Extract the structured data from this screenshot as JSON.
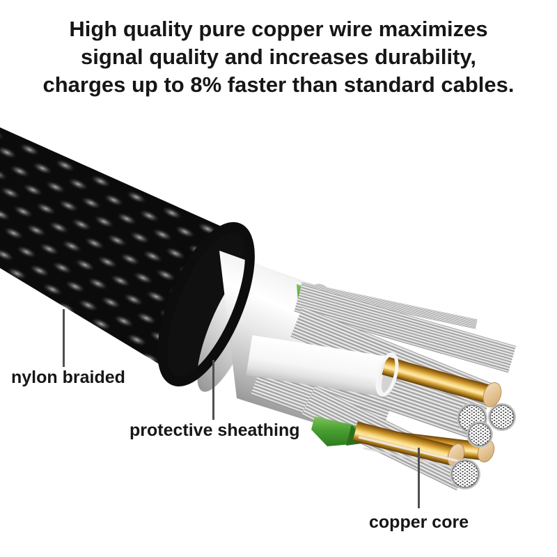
{
  "headline": {
    "line1": "High quality pure copper wire maximizes",
    "line2": "signal quality and increases durability,",
    "line3": "charges up to 8% faster than standard cables."
  },
  "callouts": {
    "nylon_braided": "nylon braided",
    "protective_sheathing": "protective sheathing",
    "copper_core": "copper core"
  },
  "colors": {
    "background": "#ffffff",
    "text": "#161616",
    "pointer_line": "#4f4f4f",
    "jacket_black": "#0b0b0b",
    "sheath_silver": "#e8e8e8",
    "inner_green": "#4aa032",
    "copper_gold": "#d8a236",
    "copper_end_tan": "#e9c79c",
    "strand_silver": "#c9c9c9"
  }
}
